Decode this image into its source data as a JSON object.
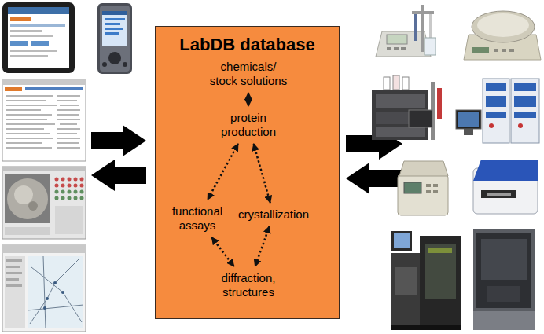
{
  "diagram": {
    "nodes": [
      {
        "text": [
          "LabDB database"
        ]
      },
      {
        "text": [
          "chemicals/ stock solutions"
        ],
        "in": 0
      },
      {
        "text": [
          "protein production"
        ],
        "in": 0
      },
      {
        "text": [
          "functional assays"
        ],
        "in": 0
      },
      {
        "text": [
          "crystallization"
        ],
        "in": 0
      },
      {
        "text": [
          "diffraction, structures"
        ],
        "in": 0
      }
    ],
    "edges": [
      {
        "from": 1,
        "to": 2,
        "arrow": "both"
      },
      {
        "from": 2,
        "to": 3,
        "arrow": "both"
      },
      {
        "from": 2,
        "to": 4,
        "arrow": "both"
      },
      {
        "from": 3,
        "to": 5,
        "arrow": "both"
      },
      {
        "from": 4,
        "to": 5,
        "arrow": "both"
      }
    ]
  }
}
